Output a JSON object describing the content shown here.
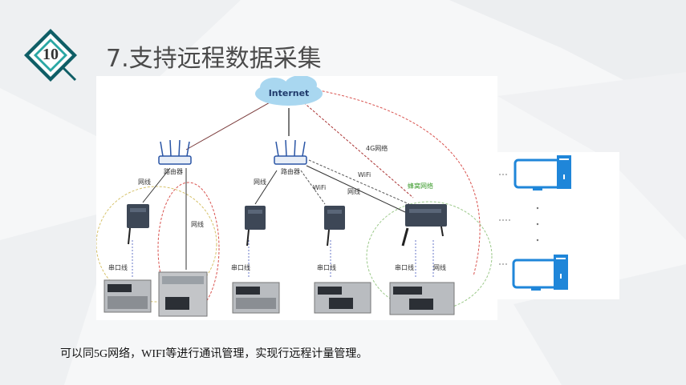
{
  "slide": {
    "number": "10",
    "title": "7.支持远程数据采集",
    "caption": "可以同5G网络，WIFI等进行通讯管理，实现行远程计量管理。"
  },
  "diagram": {
    "internet_label": "Internet",
    "router_label": "路由器",
    "cable_label": "网线",
    "serial_label": "串口线",
    "wifi_label": "WiFi",
    "g4_label": "4G网络",
    "cellular_label": "蜂窝网络"
  },
  "colors": {
    "accent_teal": "#2aa7a4",
    "accent_dark": "#0f5e66",
    "cloud": "#a9d7f0",
    "dashed_red": "#d9534f",
    "circle_yellow": "#d6c26a",
    "circle_green": "#9cc98a",
    "monitor_blue": "#1f86d9"
  }
}
